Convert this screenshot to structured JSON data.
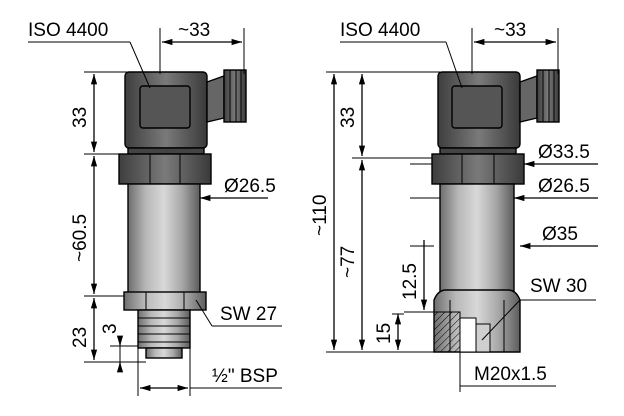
{
  "left_view": {
    "connector_label": "ISO 4400",
    "connector_width": "~33",
    "head_height": "33",
    "body_length": "~60.5",
    "body_diameter": "Ø26.5",
    "wrench_size": "SW 27",
    "thread_length": "23",
    "thread_step": "3",
    "thread": "½\" BSP"
  },
  "right_view": {
    "connector_label": "ISO 4400",
    "connector_width": "~33",
    "head_height": "33",
    "overall_length": "~110",
    "body_length": "~77",
    "collar_diameter": "Ø33.5",
    "body_diameter": "Ø26.5",
    "hex_diameter": "Ø35",
    "thread_depth": "12.5",
    "wrench_size": "SW 30",
    "bottom_length": "15",
    "thread": "M20x1.5"
  }
}
